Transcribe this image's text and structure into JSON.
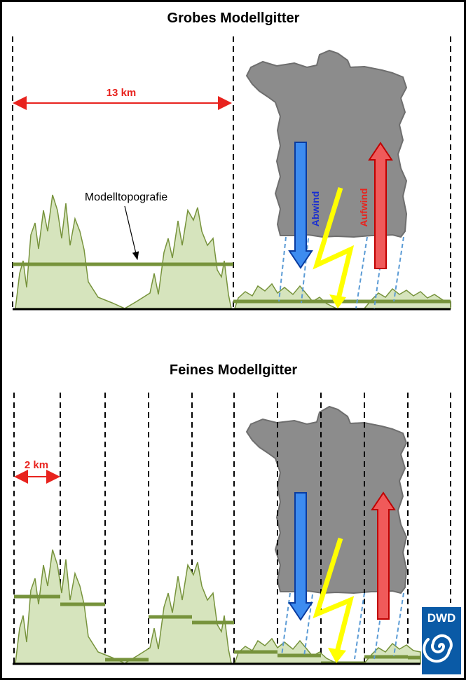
{
  "top_panel": {
    "title": "Grobes Modellgitter",
    "scale_label": "13 km",
    "topography_label": "Modelltopografie",
    "downdraft_label": "Abwind",
    "updraft_label": "Aufwind"
  },
  "bottom_panel": {
    "title": "Feines Modellgitter",
    "scale_label": "2 km"
  },
  "logo": {
    "text": "DWD",
    "icon": "dwd-swirl-logo"
  },
  "colors": {
    "terrain_fill": "#d6e4bd",
    "terrain_line": "#77933c",
    "model_level": "#77933c",
    "cloud": "#8c8c8c",
    "downdraft": "#3d8cf0",
    "updraft": "#f05a5a",
    "lightning": "#ffff00",
    "dimension": "#e8231e",
    "logo_bg": "#0a5aa6"
  }
}
